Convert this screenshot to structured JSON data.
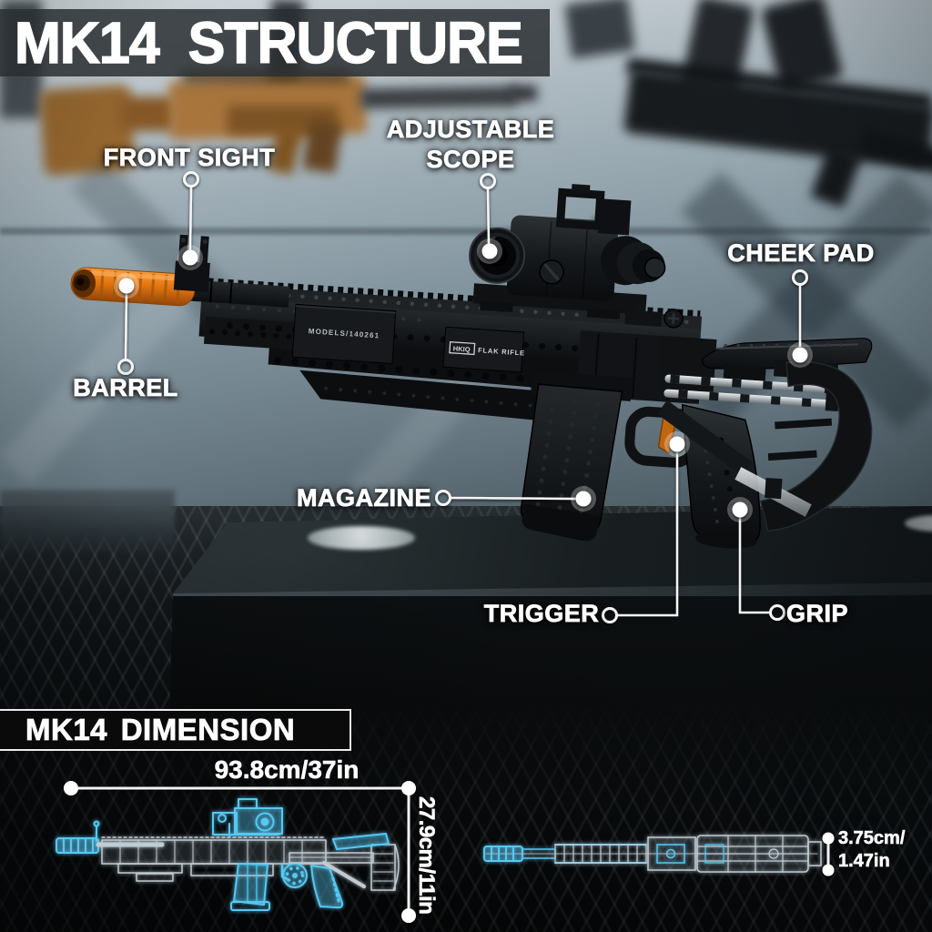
{
  "structure": {
    "title": "MK14 STRUCTURE",
    "labels": {
      "front_sight": "FRONT SIGHT",
      "scope_line1": "ADJUSTABLE",
      "scope_line2": "SCOPE",
      "cheek_pad": "CHEEK PAD",
      "barrel": "BARREL",
      "magazine": "MAGAZINE",
      "trigger": "TRIGGER",
      "grip": "GRIP"
    },
    "rifle_markings": {
      "model": "MODELS/140261",
      "brand_box": "HKIQ",
      "brand_rest": "FLAK RIFLE"
    }
  },
  "dimensions": {
    "title": "MK14 DIMENSION",
    "length": "93.8cm/37in",
    "height": "27.9cm/11in",
    "depth_line1": "3.75cm/",
    "depth_line2": "1.47in"
  },
  "colors": {
    "barrel_orange": "#e2740f",
    "blueprint_cyan": "#56c8f2",
    "label_white": "#ffffff",
    "title_bar_bg": "#2a2f32"
  }
}
